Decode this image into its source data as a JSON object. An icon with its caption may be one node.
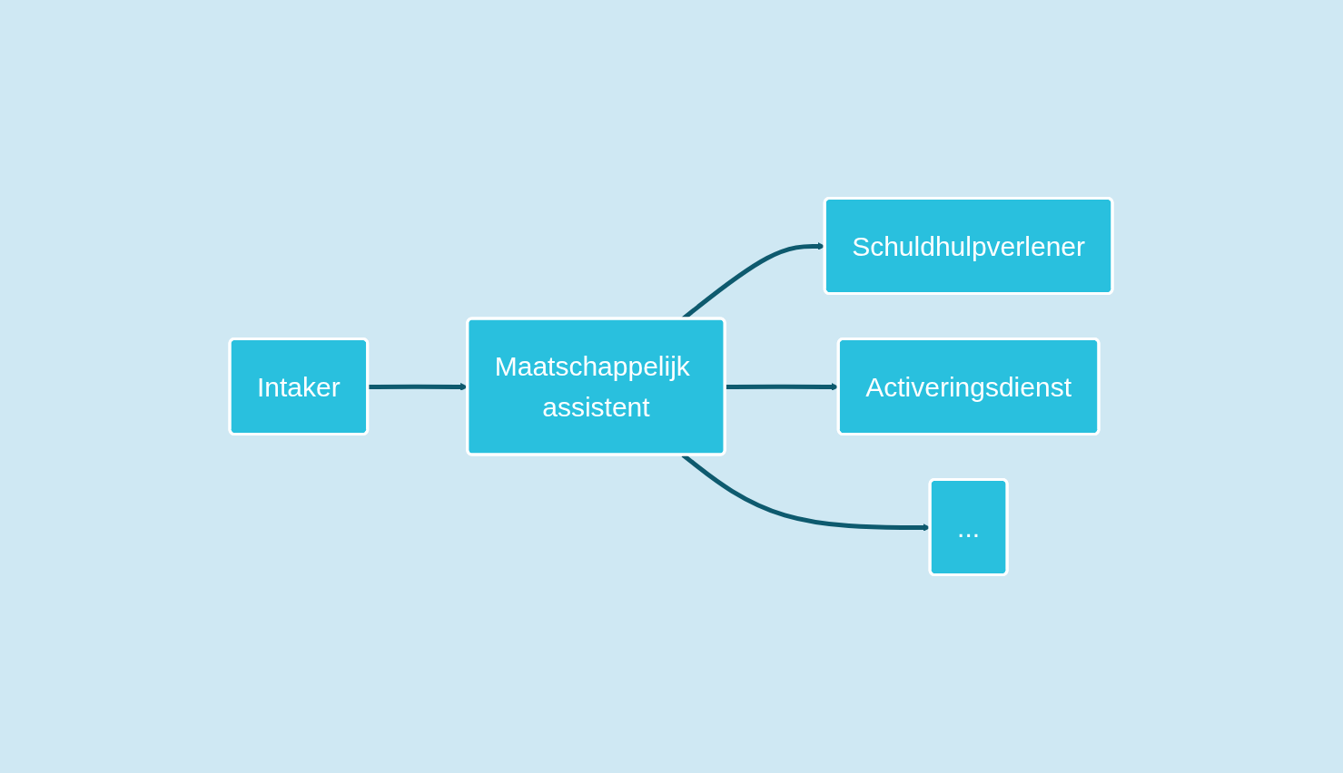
{
  "diagram": {
    "nodes": [
      {
        "text": [
          "Intaker"
        ]
      },
      {
        "text": [
          "Maatschappelijk assistent"
        ]
      },
      {
        "text": [
          "Schuldhulpverlener"
        ]
      },
      {
        "text": [
          "Activeringsdienst"
        ]
      },
      {
        "text": [
          "..."
        ]
      }
    ],
    "edges": [
      {
        "from": 0,
        "to": 1,
        "arrow": "to"
      },
      {
        "from": 1,
        "to": 2,
        "arrow": "to"
      },
      {
        "from": 1,
        "to": 3,
        "arrow": "to"
      },
      {
        "from": 1,
        "to": 4,
        "arrow": "to"
      }
    ]
  }
}
